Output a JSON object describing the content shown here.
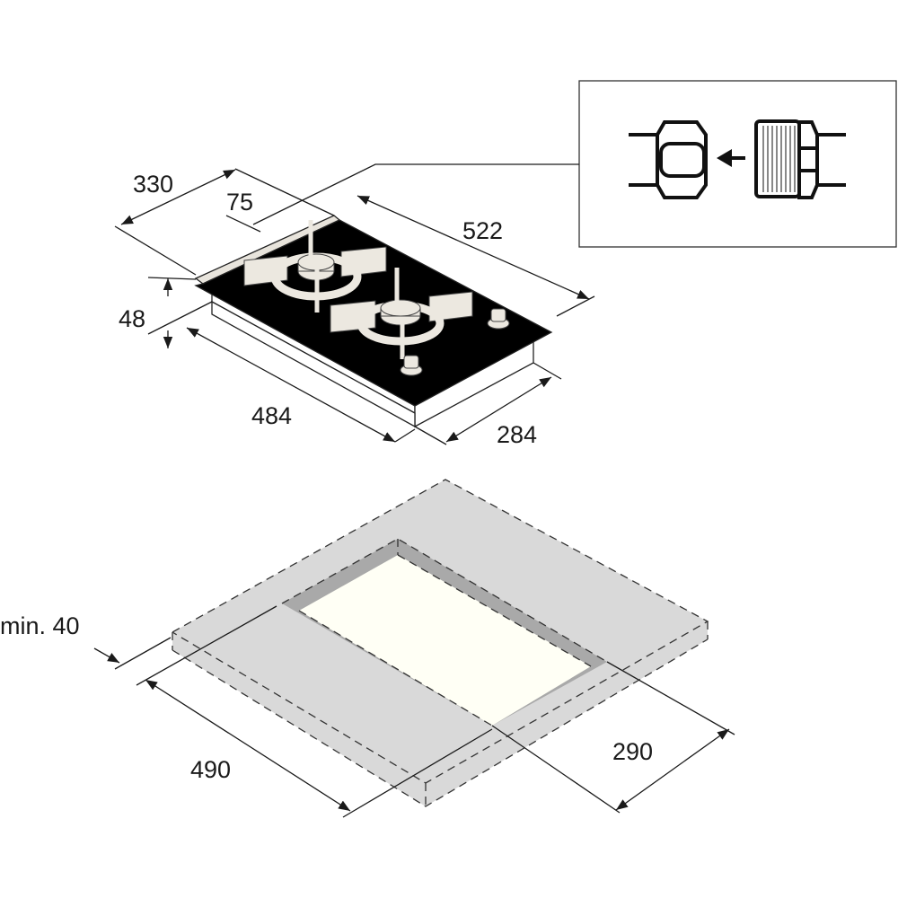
{
  "hob_dimensions": {
    "depth": "330",
    "offset": "75",
    "width": "522",
    "height": "48",
    "base_width": "484",
    "base_depth": "284"
  },
  "cutout_dimensions": {
    "min_edge": "min. 40",
    "width": "490",
    "depth": "290"
  },
  "inset": {
    "icons": [
      "hose-nut-icon",
      "arrow-left-icon",
      "threaded-connector-icon"
    ]
  },
  "colors": {
    "glass": "#000000",
    "countertop": "#d9d9d9",
    "cutout_wall": "#a9a9a9",
    "cutout_opening": "#fffff5"
  }
}
